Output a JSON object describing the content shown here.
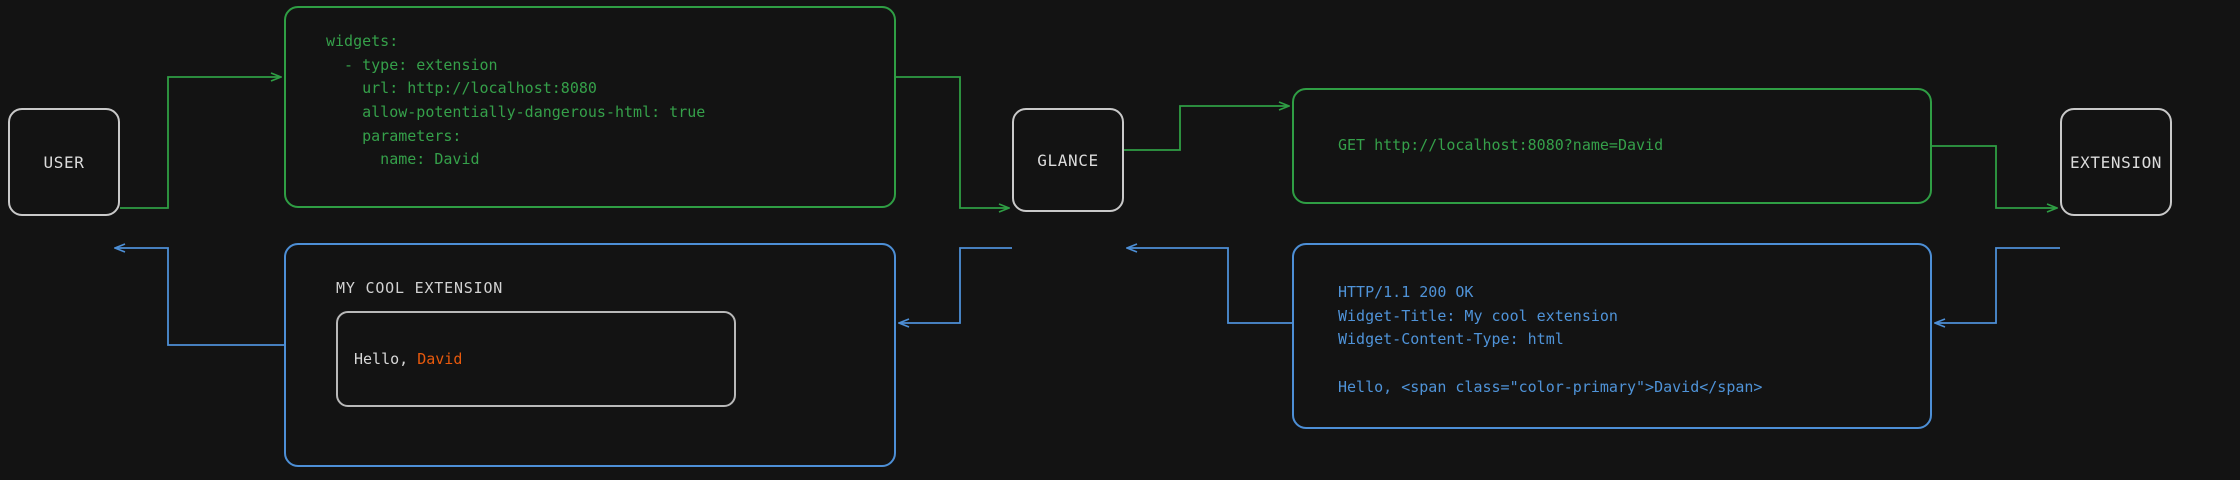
{
  "theme": {
    "background": "#131313",
    "request_color": "#2f9e44",
    "response_color": "#4d8fd6",
    "actor_border": "#c9c9c9",
    "actor_text": "#dcdcdc",
    "accent_orange": "#e8590c",
    "card_border": "#b9b9b9"
  },
  "actors": {
    "user": "USER",
    "glance": "GLANCE",
    "extension": "EXTENSION"
  },
  "messages": {
    "yaml_config": "widgets:\n  - type: extension\n    url: http://localhost:8080\n    allow-potentially-dangerous-html: true\n    parameters:\n      name: David",
    "http_request": "GET http://localhost:8080?name=David",
    "http_response": "HTTP/1.1 200 OK\nWidget-Title: My cool extension\nWidget-Content-Type: html\n\nHello, <span class=\"color-primary\">David</span>"
  },
  "widget": {
    "title": "MY COOL EXTENSION",
    "greeting": "Hello, ",
    "name": "David"
  },
  "edges": [
    {
      "name": "user-to-config",
      "direction": "right",
      "color": "#2f9e44"
    },
    {
      "name": "config-to-glance",
      "direction": "right",
      "color": "#2f9e44"
    },
    {
      "name": "glance-to-request",
      "direction": "right",
      "color": "#2f9e44"
    },
    {
      "name": "request-to-extension",
      "direction": "right",
      "color": "#2f9e44"
    },
    {
      "name": "extension-to-response",
      "direction": "left",
      "color": "#4d8fd6"
    },
    {
      "name": "response-to-glance",
      "direction": "left",
      "color": "#4d8fd6"
    },
    {
      "name": "glance-to-widget",
      "direction": "left",
      "color": "#4d8fd6"
    },
    {
      "name": "widget-to-user",
      "direction": "left",
      "color": "#4d8fd6"
    }
  ]
}
